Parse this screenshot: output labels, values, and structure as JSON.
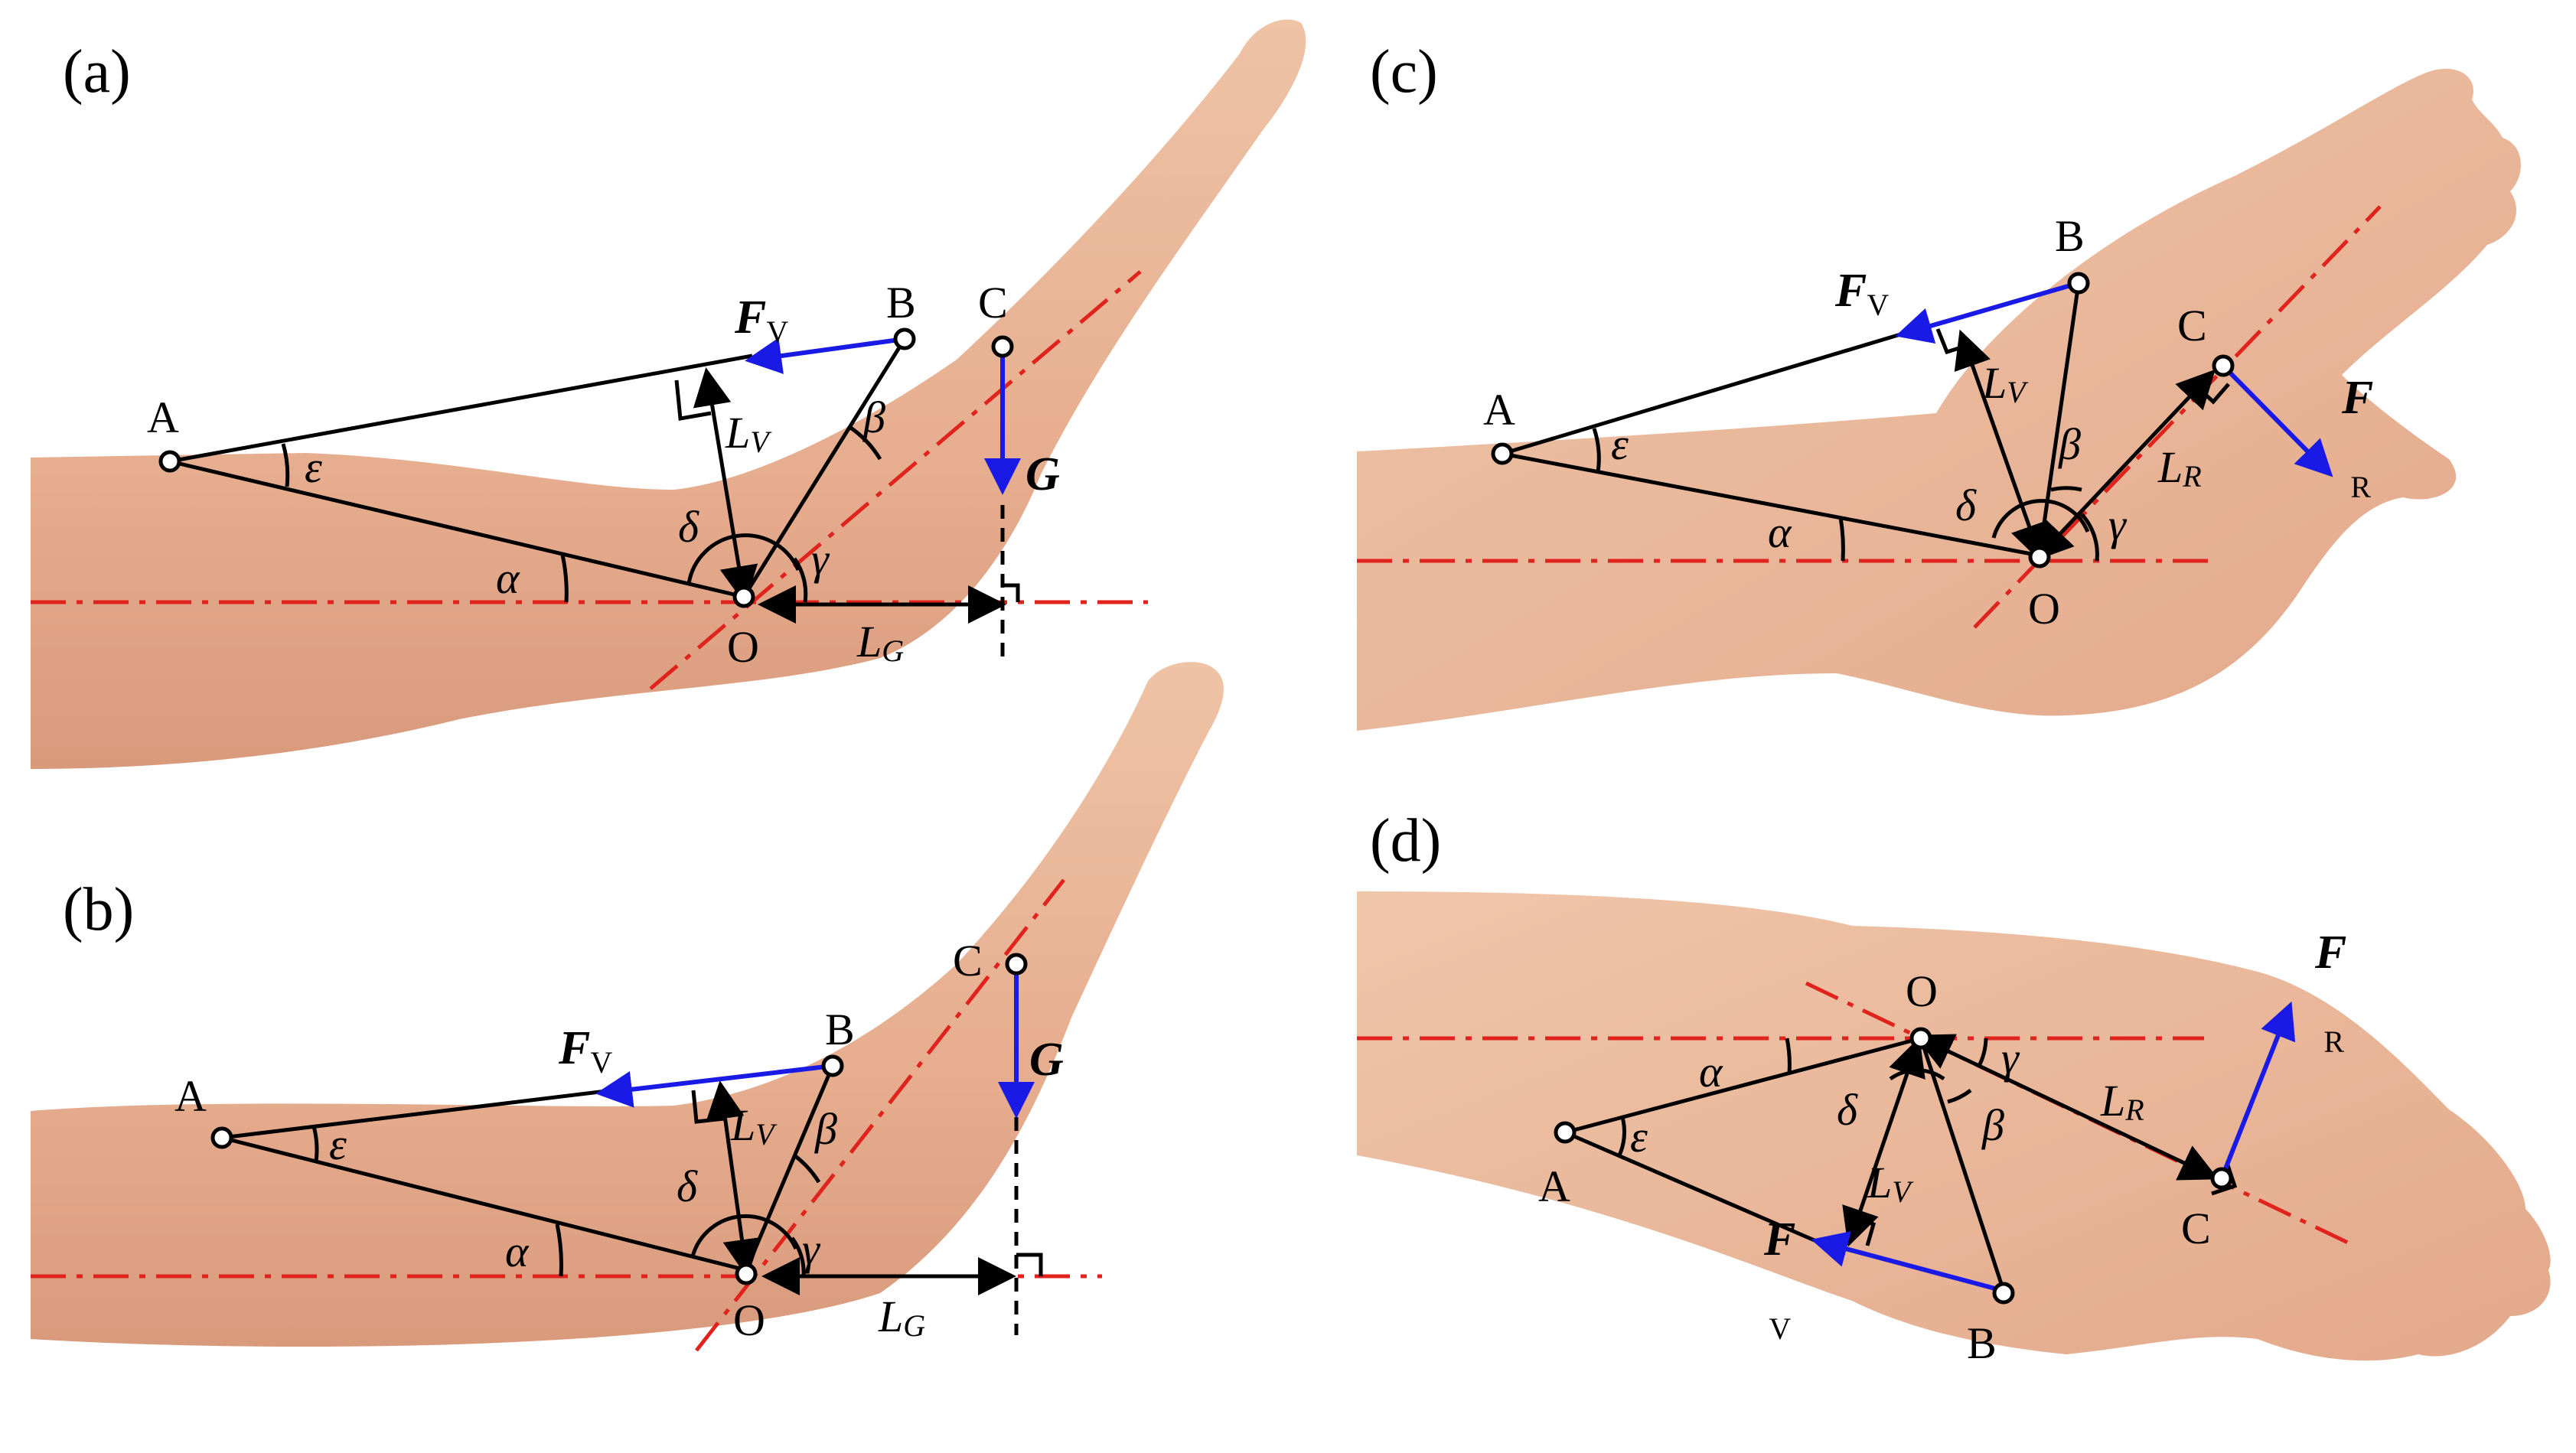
{
  "panels": {
    "a": {
      "label": "(a)",
      "points": {
        "A": "A",
        "B": "B",
        "C": "C",
        "O": "O"
      },
      "force_main": "F",
      "force_main_sub": "V",
      "force_gravity": "G",
      "lever_v": "L",
      "lever_v_sub": "V",
      "lever_g": "L",
      "lever_g_sub": "G",
      "angles": {
        "alpha": "α",
        "beta": "β",
        "gamma": "γ",
        "delta": "δ",
        "epsilon": "ε"
      }
    },
    "b": {
      "label": "(b)",
      "points": {
        "A": "A",
        "B": "B",
        "C": "C",
        "O": "O"
      },
      "force_main": "F",
      "force_main_sub": "V",
      "force_gravity": "G",
      "lever_v": "L",
      "lever_v_sub": "V",
      "lever_g": "L",
      "lever_g_sub": "G",
      "angles": {
        "alpha": "α",
        "beta": "β",
        "gamma": "γ",
        "delta": "δ",
        "epsilon": "ε"
      }
    },
    "c": {
      "label": "(c)",
      "points": {
        "A": "A",
        "B": "B",
        "C": "C",
        "O": "O"
      },
      "force_main": "F",
      "force_main_sub": "V",
      "force_r": "F",
      "force_r_sub": "R",
      "lever_v": "L",
      "lever_v_sub": "V",
      "lever_r": "L",
      "lever_r_sub": "R",
      "angles": {
        "alpha": "α",
        "beta": "β",
        "gamma": "γ",
        "delta": "δ",
        "epsilon": "ε"
      }
    },
    "d": {
      "label": "(d)",
      "points": {
        "A": "A",
        "B": "B",
        "C": "C",
        "O": "O"
      },
      "force_main": "F",
      "force_main_sub": "V",
      "force_r": "F",
      "force_r_sub": "R",
      "lever_v": "L",
      "lever_v_sub": "V",
      "lever_r": "L",
      "lever_r_sub": "R",
      "angles": {
        "alpha": "α",
        "beta": "β",
        "gamma": "γ",
        "delta": "δ",
        "epsilon": "ε"
      }
    }
  },
  "colors": {
    "skin": "#eab596",
    "skin_shadow": "#d9987a",
    "axis": "#e0231c",
    "force": "#1a1ae6",
    "lines": "#000000"
  }
}
